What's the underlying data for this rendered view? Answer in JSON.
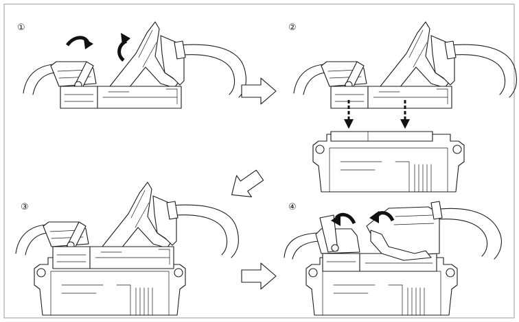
{
  "colors": {
    "frame": "#9a9a9a",
    "line": "#1a1a1a",
    "background": "#ffffff"
  },
  "steps": [
    {
      "label": "①"
    },
    {
      "label": "②"
    },
    {
      "label": "③"
    },
    {
      "label": "④"
    }
  ],
  "icons": {
    "flow_arrow": "hollow-outline-arrow-icon",
    "rotate": "curved-rotate-arrow-icon",
    "push": "dashed-down-arrow-icon"
  }
}
